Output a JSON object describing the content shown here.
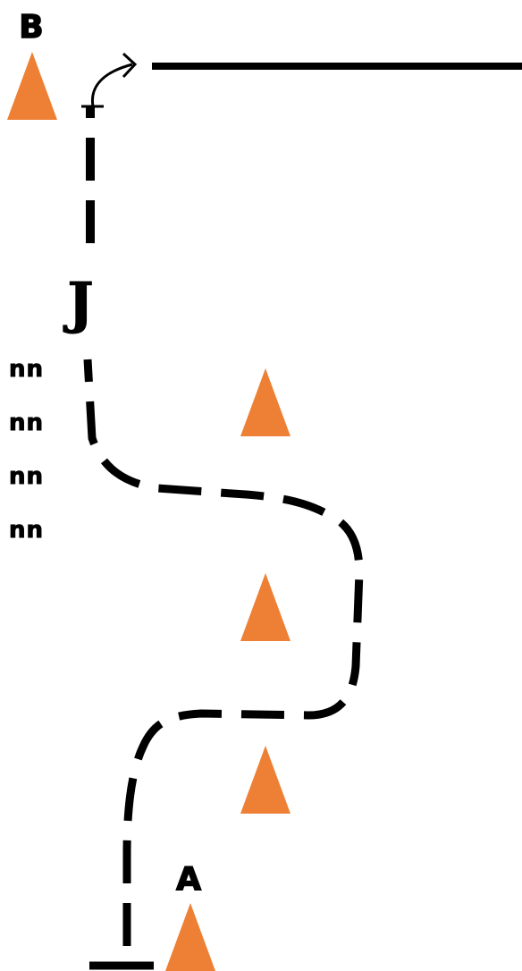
{
  "labels": {
    "start": "A",
    "end": "B",
    "jump": "J"
  },
  "step_marks": [
    "nn",
    "nn",
    "nn",
    "nn"
  ],
  "colors": {
    "cone": "#ED8034",
    "line": "#000000",
    "background": "#FFFFFF"
  },
  "icons": {
    "cone": "triangle-cone-icon",
    "turn": "curved-arrow-icon"
  }
}
